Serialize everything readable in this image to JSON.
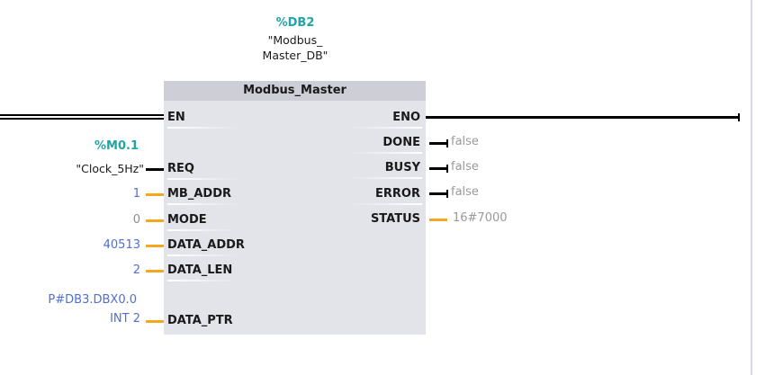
{
  "instance": {
    "address": "%DB2",
    "name_line1": "\"Modbus_",
    "name_line2": "Master_DB\""
  },
  "block": {
    "title": "Modbus_Master",
    "inputs": [
      {
        "pin": "EN"
      },
      {
        "pin": "REQ",
        "operand_address": "%M0.1",
        "operand_name": "\"Clock_5Hz\""
      },
      {
        "pin": "MB_ADDR",
        "value": "1"
      },
      {
        "pin": "MODE",
        "value": "0"
      },
      {
        "pin": "DATA_ADDR",
        "value": "40513"
      },
      {
        "pin": "DATA_LEN",
        "value": "2"
      },
      {
        "pin": "DATA_PTR",
        "value_line1": "P#DB3.DBX0.0",
        "value_line2": "INT 2"
      }
    ],
    "outputs": [
      {
        "pin": "ENO"
      },
      {
        "pin": "DONE",
        "value": "false"
      },
      {
        "pin": "BUSY",
        "value": "false"
      },
      {
        "pin": "ERROR",
        "value": "false"
      },
      {
        "pin": "STATUS",
        "value": "16#7000"
      }
    ]
  },
  "colors": {
    "address": "#1fa6a6",
    "constant": "#4f6fd6",
    "monitor_value": "#9a9a9a",
    "wire_data": "#f5a623",
    "wire_bool": "#000000",
    "block_body": "#e3e4ea",
    "block_header": "#cdced6"
  }
}
